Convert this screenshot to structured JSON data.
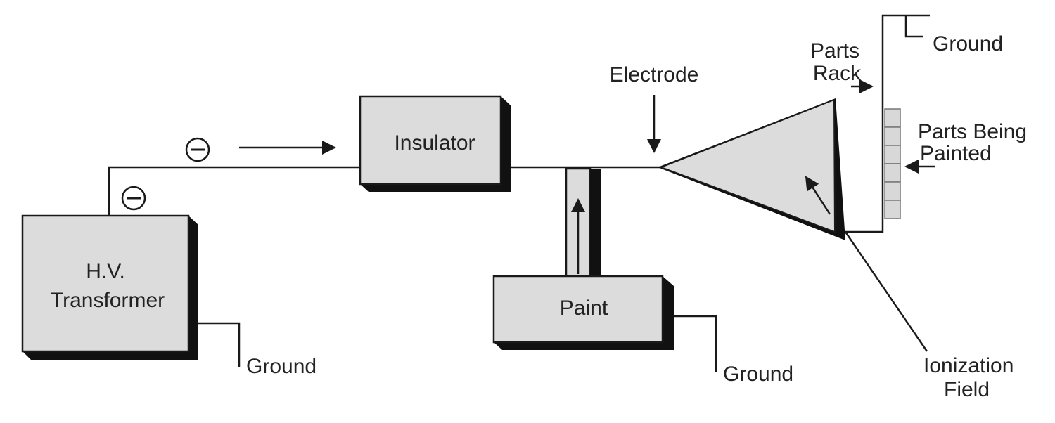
{
  "diagram": {
    "transformer_label_line1": "H.V.",
    "transformer_label_line2": "Transformer",
    "insulator_label": "Insulator",
    "paint_label": "Paint",
    "electrode_label": "Electrode",
    "parts_rack_line1": "Parts",
    "parts_rack_line2": "Rack",
    "parts_painted_line1": "Parts Being",
    "parts_painted_line2": "Painted",
    "ionization_line1": "Ionization",
    "ionization_line2": "Field",
    "ground_label": "Ground",
    "charge_symbol": "⊖"
  }
}
